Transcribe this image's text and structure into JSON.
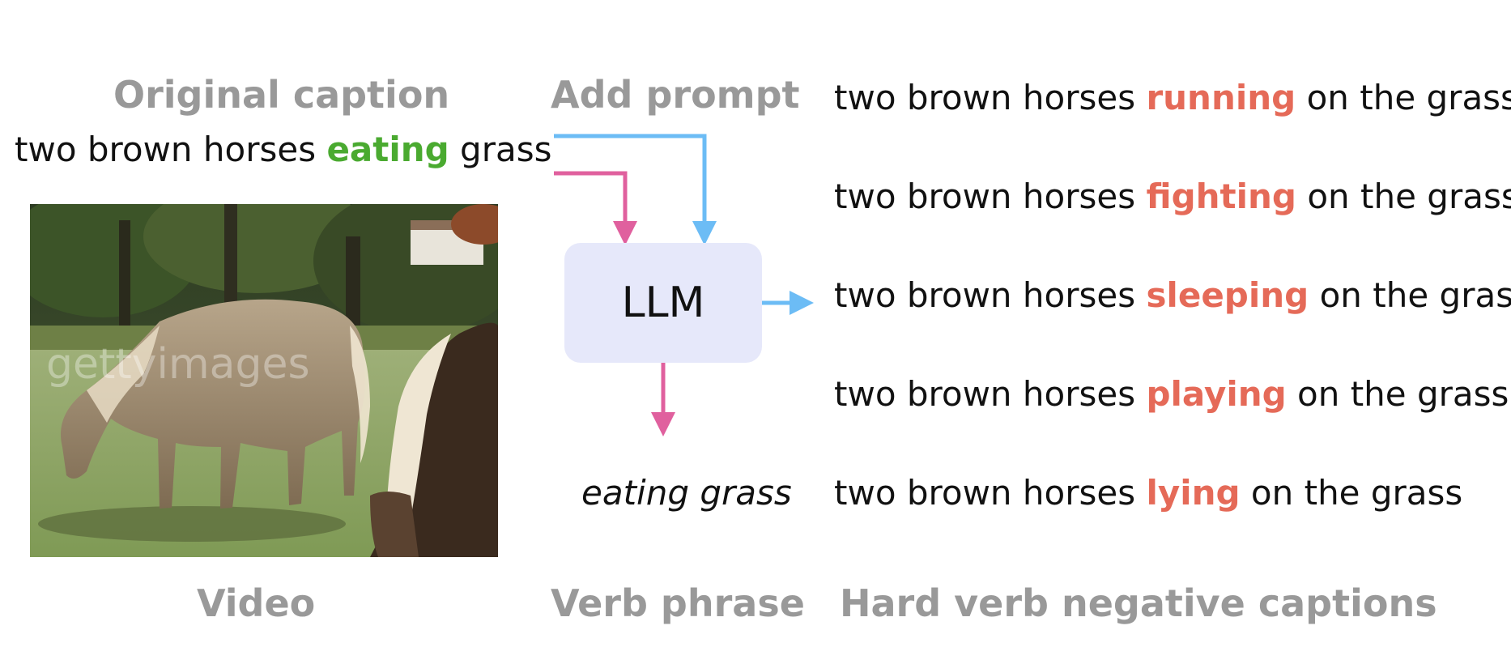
{
  "labels": {
    "original_caption": "Original caption",
    "add_prompt": "Add prompt",
    "video": "Video",
    "verb_phrase": "Verb phrase",
    "hard_negatives": "Hard verb negative captions"
  },
  "original_caption": {
    "prefix": "two brown horses ",
    "verb": "eating",
    "suffix": " grass"
  },
  "llm": {
    "label": "LLM"
  },
  "verb_phrase": "eating grass",
  "negatives": [
    {
      "prefix": "two brown horses ",
      "verb": "running",
      "suffix": " on the grass"
    },
    {
      "prefix": "two brown horses ",
      "verb": "fighting",
      "suffix": " on the grass"
    },
    {
      "prefix": "two brown horses ",
      "verb": "sleeping",
      "suffix": " on the grass"
    },
    {
      "prefix": "two brown horses ",
      "verb": "playing",
      "suffix": " on the grass"
    },
    {
      "prefix": "two brown horses ",
      "verb": "lying",
      "suffix": " on the grass"
    }
  ],
  "video_frame": {
    "watermark": "gettyimages"
  },
  "colors": {
    "label_gray": "#999999",
    "verb_green": "#4aaa30",
    "verb_red": "#e56a58",
    "arrow_blue": "#6cbcf5",
    "arrow_pink": "#e0609e",
    "llm_box": "#e6e8fa"
  }
}
